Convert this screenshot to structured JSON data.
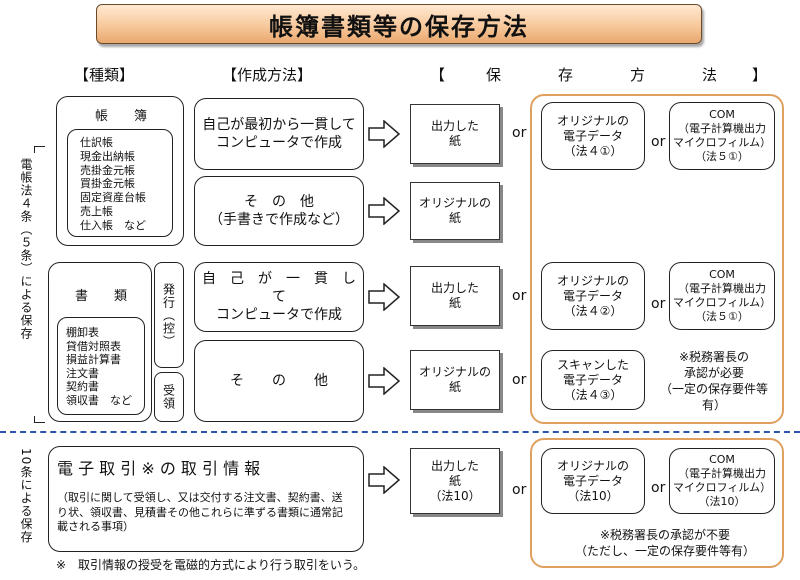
{
  "title": "帳簿書類等の保存方法",
  "headers": {
    "kind": "【種類】",
    "method": "【作成方法】",
    "storage_left": "【",
    "storage_chars": [
      "保",
      "存",
      "方",
      "法"
    ],
    "storage_right": "】"
  },
  "side_labels": {
    "law": "電帳法４条（５条）による保存",
    "sec10": "10条による保存"
  },
  "books": {
    "heading": "帳　　簿",
    "items": [
      "仕訳帳",
      "現金出納帳",
      "売掛金元帳",
      "買掛金元帳",
      "固定資産台帳",
      "売上帳",
      "仕入帳　など"
    ]
  },
  "documents": {
    "heading": "書　　類",
    "items": [
      "棚卸表",
      "貸借対照表",
      "損益計算書",
      "注文書",
      "契約書",
      "領収書　など"
    ],
    "issued": "発行（控）",
    "received": "受領"
  },
  "creation": {
    "row1": "自己が最初から一貫して\nコンピュータで作成",
    "row2": "そ　の　他\n（手書きで作成など）",
    "row3": "自　己　が　一　貫　し　て\nコンピュータで作成",
    "row4": "そ　　の　　他"
  },
  "paper": {
    "row1": "出力した\n紙",
    "row2": "オリジナルの\n紙",
    "row3": "出力した\n紙",
    "row4": "オリジナルの\n紙",
    "e_trade": "出力した\n紙\n（法10）"
  },
  "or_text": "or",
  "electronic": {
    "row1": "オリジナルの\n電子データ\n（法４①）",
    "row3": "オリジナルの\n電子データ\n（法４②）",
    "row4": "スキャンした\n電子データ\n（法４③）",
    "e_trade": "オリジナルの\n電子データ\n（法10）"
  },
  "com": {
    "row1": "COM\n（電子計算機出力\nマイクロフィルム）\n（法５①）",
    "row3": "COM\n（電子計算機出力\nマイクロフィルム）\n（法５①）",
    "e_trade": "COM\n（電子計算機出力\nマイクロフィルム）\n（法10）"
  },
  "notes": {
    "approval_required": "※税務署長の\n承認が必要\n（一定の保存要件等有）",
    "approval_not_required": "※税務署長の承認が不要\n（ただし、一定の保存要件等有）"
  },
  "e_trade": {
    "heading": "電 子 取 引 ※ の 取 引 情 報",
    "desc": "（取引に関して受領し、又は交付する注文書、契約書、送り状、領収書、見積書その他これらに準ずる書類に通常記載される事項）"
  },
  "footnote": "※　取引情報の授受を電磁的方式により行う取引をいう。"
}
